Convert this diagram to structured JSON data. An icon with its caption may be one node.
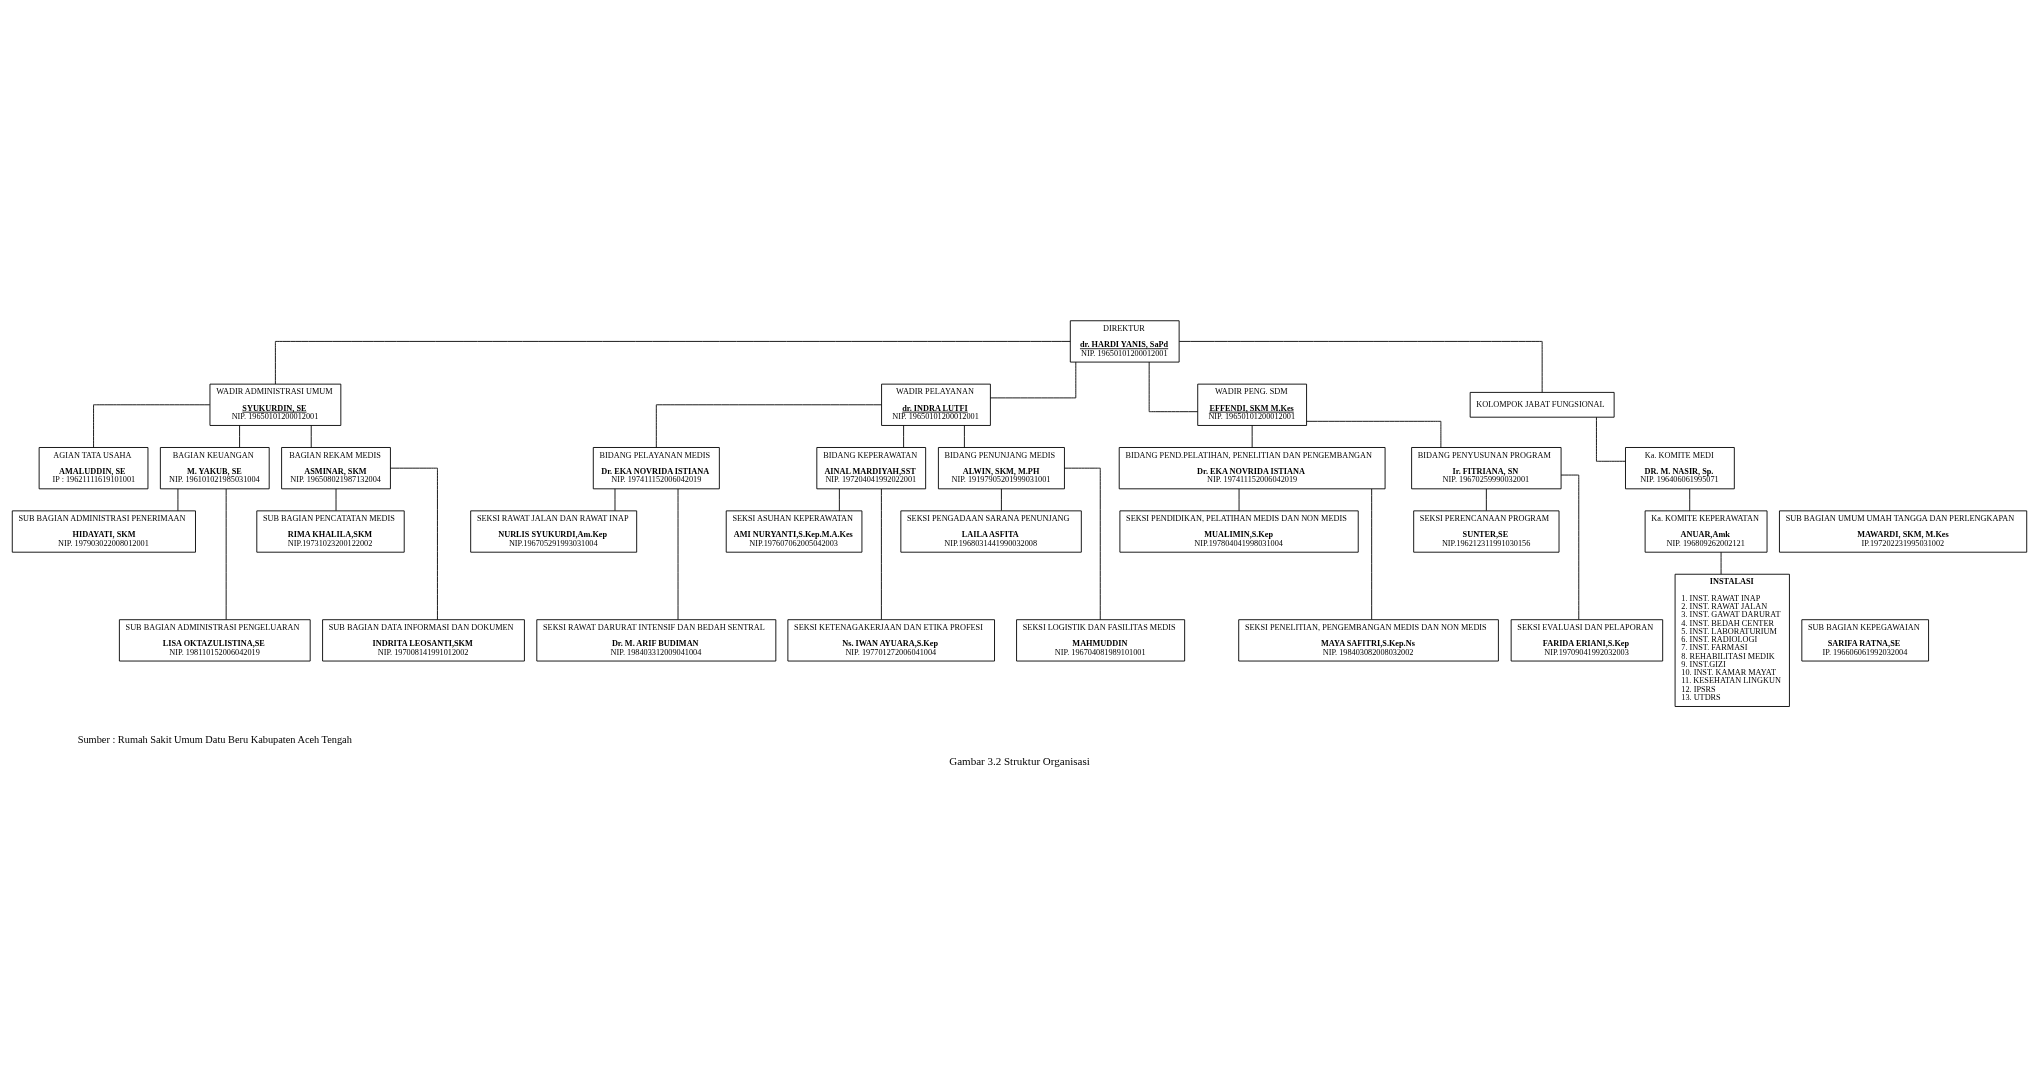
{
  "diagram": {
    "caption": "Gambar 3.2 Struktur Organisasi",
    "nodes": [
      {
        "text": [
          "DIREKTUR",
          "dr. HARDI YANIS, SaPd",
          "NIP. 19650101200012001"
        ]
      },
      {
        "text": [
          "WADIR ADMINISTRASI UMUM",
          "SYUKURDIN, SE",
          "NIP. 19650101200012001"
        ]
      },
      {
        "text": [
          "WADIR PELAYANAN",
          "dr. INDRA LUTFI",
          "NIP. 19650101200012001"
        ]
      },
      {
        "text": [
          "WADIR PENG. SDM",
          "EFFENDI, SKM M.Kes",
          "NIP. 19650101200012001"
        ]
      },
      {
        "text": [
          "KOLOMPOK JABAT FUNGSIONAL"
        ]
      },
      {
        "text": [
          "AGIAN TATA USAHA",
          "AMALUDDIN, SE",
          "IP : 19621111619101001"
        ]
      },
      {
        "text": [
          "SUB BAGIAN UMUM UMAH TANGGA DAN PERLENGKAPAN",
          "MAWARDI, SKM, M.Kes",
          "IP.197202231995031002"
        ]
      },
      {
        "text": [
          "SUB BAGIAN KEPEGAWAIAN",
          "SARIFA RATNA,SE",
          "IP. 196606061992032004"
        ]
      },
      {
        "text": [
          "BAGIAN KEUANGAN",
          "M. YAKUB, SE",
          "NIP. 196101021985031004"
        ]
      },
      {
        "text": [
          "SUB BAGIAN ADMINISTRASI PENERIMAAN",
          "HIDAYATI, SKM",
          "NIP. 197903022008012001"
        ]
      },
      {
        "text": [
          "SUB BAGIAN ADMINISTRASI PENGELUARAN",
          "LISA OKTAZULISTINA,SE",
          "NIP. 198110152006042019"
        ]
      },
      {
        "text": [
          "BAGIAN REKAM MEDIS",
          "ASMINAR, SKM",
          "NIP. 196508021987132004"
        ]
      },
      {
        "text": [
          "SUB BAGIAN PENCATATAN MEDIS",
          "RIMA KHALILA,SKM",
          "NIP.19731023200122002"
        ]
      },
      {
        "text": [
          "SUB BAGIAN DATA INFORMASI DAN DOKUMEN",
          "INDRITA LEOSANTI,SKM",
          "NIP. 197008141991012002"
        ]
      },
      {
        "text": [
          "BIDANG PELAYANAN MEDIS",
          "Dr. EKA NOVRIDA ISTIANA",
          "NIP. 197411152006042019"
        ]
      },
      {
        "text": [
          "SEKSI RAWAT JALAN DAN RAWAT INAP",
          "NURLIS SYUKURDI,Am.Kep",
          "NIP.196705291993031004"
        ]
      },
      {
        "text": [
          "SEKSI RAWAT DARURAT INTENSIF DAN BEDAH SENTRAL",
          "Dr. M. ARIF BUDIMAN",
          "NIP. 198403312009041004"
        ]
      },
      {
        "text": [
          "BIDANG KEPERAWATAN",
          "AINAL MARDIYAH,SST",
          "NIP. 197204041992022001"
        ]
      },
      {
        "text": [
          "SEKSI ASUHAN KEPERAWATAN",
          "AMI NURYANTI,S.Kep.M.A.Kes",
          "NIP.197607062005042003"
        ]
      },
      {
        "text": [
          "SEKSI KETENAGAKERJAAN DAN ETIKA PROFESI",
          "Ns. IWAN AYUARA,S.Kep",
          "NIP. 197701272006041004"
        ]
      },
      {
        "text": [
          "BIDANG PENUNJANG MEDIS",
          "ALWIN, SKM, M.PH",
          "NIP. 19197905201999031001"
        ]
      },
      {
        "text": [
          "SEKSI PENGADAAN SARANA PENUNJANG",
          "LAILA ASFITA",
          "NIP.1968031441990032008"
        ]
      },
      {
        "text": [
          "SEKSI LOGISTIK DAN FASILITAS MEDIS",
          "MAHMUDDIN",
          "NIP. 196704081989101001"
        ]
      },
      {
        "text": [
          "BIDANG PEND.PELATIHAN, PENELITIAN DAN PENGEMBANGAN",
          "Dr. EKA NOVRIDA ISTIANA",
          "NIP. 197411152006042019"
        ]
      },
      {
        "text": [
          "SEKSI PENDIDIKAN, PELATIHAN MEDIS DAN NON MEDIS",
          "MUALIMIN,S.Kep",
          "NIP.197804041998031004"
        ]
      },
      {
        "text": [
          "SEKSI PENELITIAN, PENGEMBANGAN MEDIS DAN NON MEDIS",
          "MAYA SAFITRI,S.Kep.Ns",
          "NIP. 198403082008032002"
        ]
      },
      {
        "text": [
          "BIDANG PENYUSUNAN PROGRAM",
          "Ir. FITRIANA, SN",
          "NIP. 19670259990032001"
        ]
      },
      {
        "text": [
          "SEKSI PERENCANAAN PROGRAM",
          "SUNTER,SE",
          "NIP.196212311991030156"
        ]
      },
      {
        "text": [
          "SEKSI EVALUASI DAN PELAPORAN",
          "FARIDA ERIANI,S.Kep",
          "NIP.19709041992032003"
        ]
      },
      {
        "text": [
          "Ka. KOMITE MEDI",
          "DR. M. NASIR, Sp.",
          "NIP. 196406061995071"
        ]
      },
      {
        "text": [
          "Ka. KOMITE KEPERAWATAN",
          "ANUAR,Amk",
          "NIP. 196809262002121"
        ]
      },
      {
        "text": [
          "INSTALASI",
          "1. INST. RAWAT INAP",
          "2. INST. RAWAT JALAN",
          "3. INST. GAWAT DARURAT",
          "4. INST. BEDAH CENTER",
          "5. INST. LABORATURIUM",
          "6. INST. RADIOLOGI",
          "7. INST. FARMASI",
          "8. REHABILITASI MEDIK",
          "9. INST.GIZI",
          "10. INST. KAMAR MAYAT",
          "11. KESEHATAN LINGKUN",
          "12. IPSRS",
          "13. UTDRS"
        ]
      }
    ],
    "edges": [
      {
        "from": 0,
        "to": 1,
        "arrow": "none"
      },
      {
        "from": 0,
        "to": 2,
        "arrow": "none"
      },
      {
        "from": 0,
        "to": 3,
        "arrow": "none"
      },
      {
        "from": 0,
        "to": 4,
        "arrow": "none"
      },
      {
        "from": 1,
        "to": 5,
        "arrow": "none"
      },
      {
        "from": 1,
        "to": 8,
        "arrow": "none"
      },
      {
        "from": 1,
        "to": 11,
        "arrow": "none"
      },
      {
        "from": 8,
        "to": 9,
        "arrow": "none"
      },
      {
        "from": 8,
        "to": 10,
        "arrow": "none"
      },
      {
        "from": 11,
        "to": 12,
        "arrow": "none"
      },
      {
        "from": 11,
        "to": 13,
        "arrow": "none"
      },
      {
        "from": 2,
        "to": 14,
        "arrow": "none"
      },
      {
        "from": 2,
        "to": 17,
        "arrow": "none"
      },
      {
        "from": 2,
        "to": 20,
        "arrow": "none"
      },
      {
        "from": 14,
        "to": 15,
        "arrow": "none"
      },
      {
        "from": 14,
        "to": 16,
        "arrow": "none"
      },
      {
        "from": 17,
        "to": 18,
        "arrow": "none"
      },
      {
        "from": 17,
        "to": 19,
        "arrow": "none"
      },
      {
        "from": 20,
        "to": 21,
        "arrow": "none"
      },
      {
        "from": 20,
        "to": 22,
        "arrow": "none"
      },
      {
        "from": 3,
        "to": 23,
        "arrow": "none"
      },
      {
        "from": 3,
        "to": 26,
        "arrow": "none"
      },
      {
        "from": 23,
        "to": 24,
        "arrow": "none"
      },
      {
        "from": 23,
        "to": 25,
        "arrow": "none"
      },
      {
        "from": 26,
        "to": 27,
        "arrow": "none"
      },
      {
        "from": 26,
        "to": 28,
        "arrow": "none"
      },
      {
        "from": 4,
        "to": 29,
        "arrow": "none"
      },
      {
        "from": 29,
        "to": 30,
        "arrow": "none"
      },
      {
        "from": 30,
        "to": 31,
        "arrow": "none"
      }
    ],
    "labels": [
      "Sumber : Rumah Sakit Umum Datu Beru Kabupaten Aceh Tengah"
    ]
  }
}
